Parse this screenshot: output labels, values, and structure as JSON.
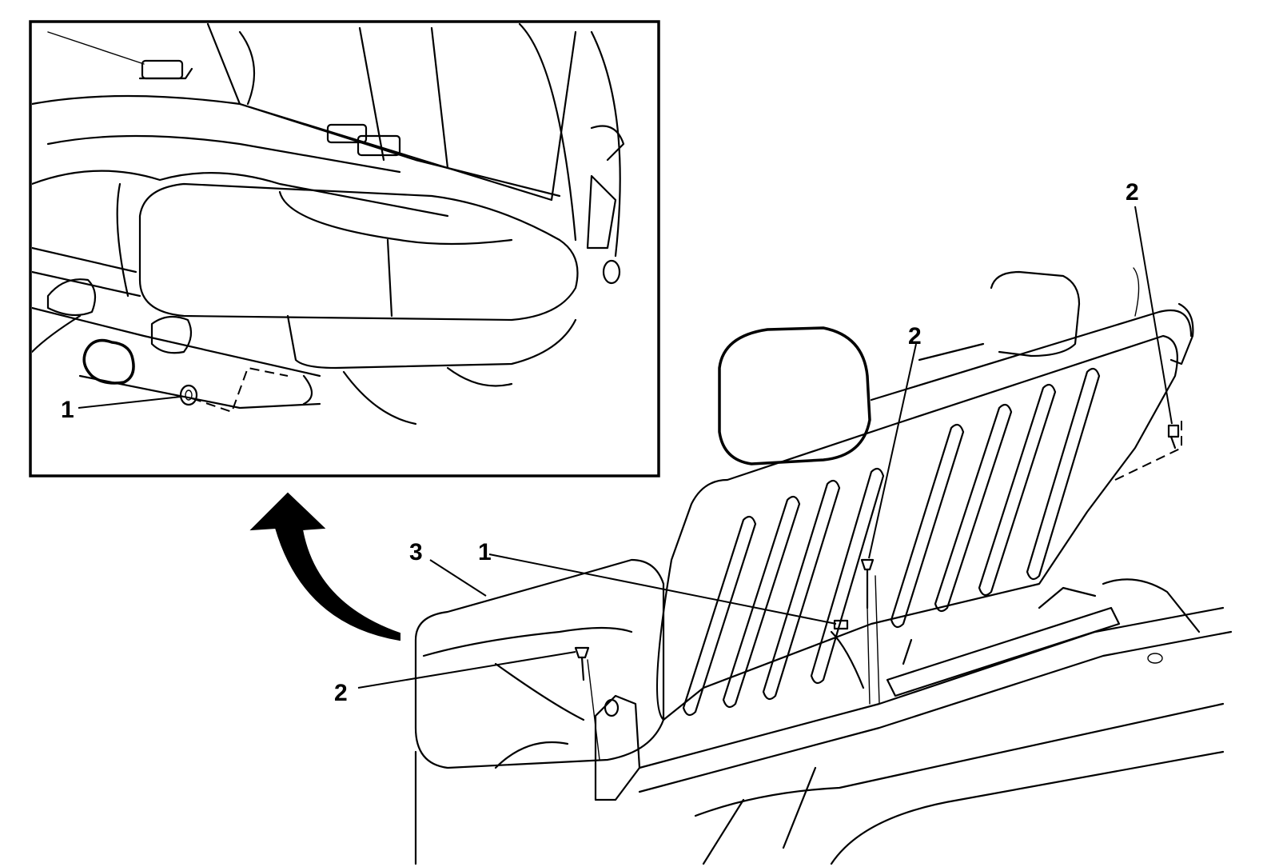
{
  "callouts": {
    "inset_1": "1",
    "main_1": "1",
    "main_2_top_right": "2",
    "main_2_center": "2",
    "main_2_left": "2",
    "main_3": "3"
  },
  "colors": {
    "line": "#000000",
    "background": "#ffffff"
  }
}
